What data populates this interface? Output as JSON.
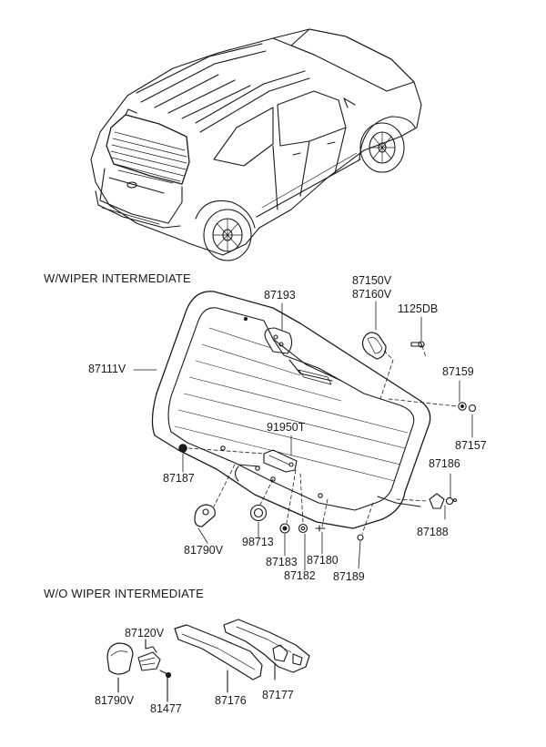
{
  "sections": {
    "with_wiper": "W/WIPER INTERMEDIATE",
    "without_wiper": "W/O WIPER INTERMEDIATE"
  },
  "parts": {
    "p87193": "87193",
    "p87150V": "87150V",
    "p87160V": "87160V",
    "p1125DB": "1125DB",
    "p87111V": "87111V",
    "p87159": "87159",
    "p87157": "87157",
    "p91950T": "91950T",
    "p87187": "87187",
    "p87186": "87186",
    "p87188": "87188",
    "p81790V_a": "81790V",
    "p98713": "98713",
    "p87183": "87183",
    "p87180": "87180",
    "p87182": "87182",
    "p87189": "87189",
    "p87120V": "87120V",
    "p81790V_b": "81790V",
    "p81477": "81477",
    "p87176": "87176",
    "p87177": "87177"
  }
}
